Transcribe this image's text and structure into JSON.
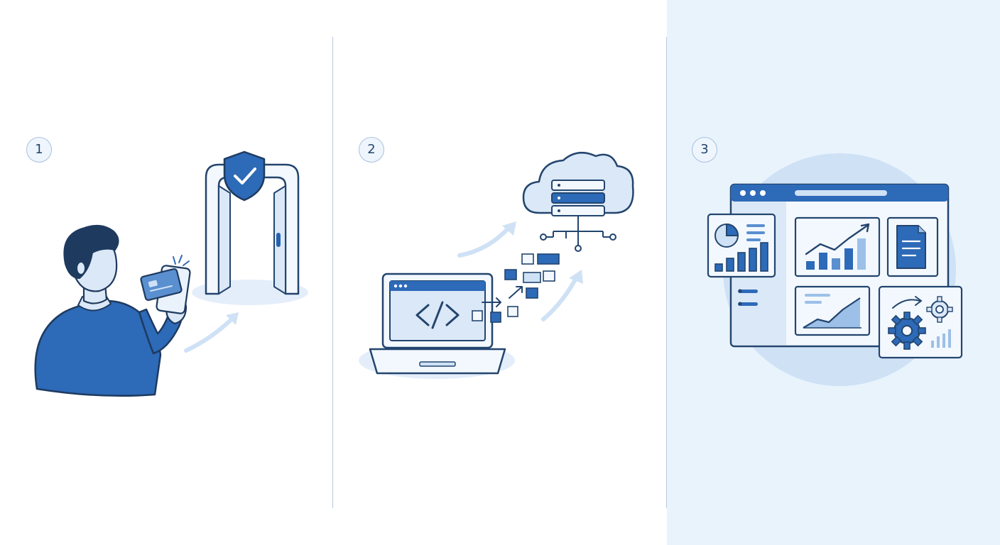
{
  "steps": [
    {
      "number": "1"
    },
    {
      "number": "2"
    },
    {
      "number": "3"
    }
  ],
  "colors": {
    "primary": "#2563b0",
    "dark": "#1e3a5f",
    "light": "#cfe1f5",
    "panel_bg": "#e9f3fc",
    "outline": "#23456e"
  },
  "icons": {
    "step1": [
      "person-icon",
      "phone-card-icon",
      "security-gate-icon",
      "shield-check-icon"
    ],
    "step2": [
      "laptop-icon",
      "code-icon",
      "data-blocks-icon",
      "cloud-server-icon"
    ],
    "step3": [
      "dashboard-window-icon",
      "pie-chart-icon",
      "bar-chart-icon",
      "line-chart-icon",
      "document-icon",
      "area-chart-icon",
      "gears-icon"
    ]
  }
}
